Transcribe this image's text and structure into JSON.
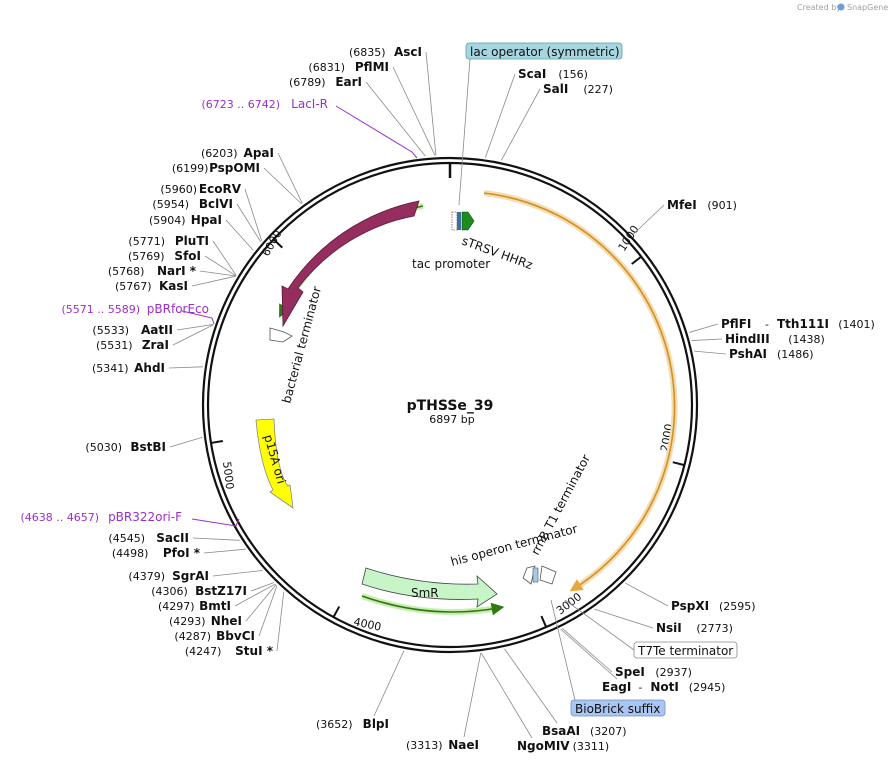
{
  "credit": {
    "prefix": "Created by",
    "brand": "SnapGene"
  },
  "plasmid": {
    "name": "pTHSSe_39",
    "length_label": "6897 bp",
    "total_bp": 6897
  },
  "ruler": [
    "1000",
    "2000",
    "3000",
    "4000",
    "5000",
    "6000"
  ],
  "sites_left": [
    {
      "name": "AscI",
      "pos": "(6835)"
    },
    {
      "name": "PflMI",
      "pos": "(6831)"
    },
    {
      "name": "EarI",
      "pos": "(6789)"
    },
    {
      "name": "ApaI",
      "pos": "(6203)"
    },
    {
      "name": "PspOMI",
      "pos": "(6199)"
    },
    {
      "name": "EcoRV",
      "pos": "(5960)"
    },
    {
      "name": "BclVI",
      "pos": "(5954)"
    },
    {
      "name": "HpaI",
      "pos": "(5904)"
    },
    {
      "name": "PluTI",
      "pos": "(5771)"
    },
    {
      "name": "SfoI",
      "pos": "(5769)"
    },
    {
      "name": "NarI *",
      "pos": "(5768)"
    },
    {
      "name": "KasI",
      "pos": "(5767)"
    },
    {
      "name": "AatII",
      "pos": "(5533)"
    },
    {
      "name": "ZraI",
      "pos": "(5531)"
    },
    {
      "name": "AhdI",
      "pos": "(5341)"
    },
    {
      "name": "BstBI",
      "pos": "(5030)"
    },
    {
      "name": "SacII",
      "pos": "(4545)"
    },
    {
      "name": "PfoI *",
      "pos": "(4498)"
    },
    {
      "name": "SgrAI",
      "pos": "(4379)"
    },
    {
      "name": "BstZ17I",
      "pos": "(4306)"
    },
    {
      "name": "BmtI",
      "pos": "(4297)"
    },
    {
      "name": "NheI",
      "pos": "(4293)"
    },
    {
      "name": "BbvCI",
      "pos": "(4287)"
    },
    {
      "name": "StuI *",
      "pos": "(4247)"
    },
    {
      "name": "BlpI",
      "pos": "(3652)"
    },
    {
      "name": "NaeI",
      "pos": "(3313)"
    }
  ],
  "sites_right": [
    {
      "name": "ScaI",
      "pos": "(156)"
    },
    {
      "name": "SalI",
      "pos": "(227)"
    },
    {
      "name": "MfeI",
      "pos": "(901)"
    },
    {
      "name": "PflFI",
      "name2": "Tth111I",
      "pos": "(1401)"
    },
    {
      "name": "HindIII",
      "pos": "(1438)"
    },
    {
      "name": "PshAI",
      "pos": "(1486)"
    },
    {
      "name": "PspXI",
      "pos": "(2595)"
    },
    {
      "name": "NsiI",
      "pos": "(2773)"
    },
    {
      "name": "SpeI",
      "pos": "(2937)"
    },
    {
      "name": "EagI",
      "name2": "NotI",
      "pos": "(2945)"
    },
    {
      "name": "BsaAI",
      "pos": "(3207)"
    },
    {
      "name": "NgoMIV",
      "pos": "(3311)"
    }
  ],
  "separator": "-",
  "primers": [
    {
      "range": "(6723 .. 6742)",
      "name": "LacI-R"
    },
    {
      "range": "(5571 .. 5589)",
      "name": "pBRforEco"
    },
    {
      "range": "(4638 .. 4657)",
      "name": "pBR322ori-F"
    }
  ],
  "boxed_features": {
    "lac_operator": "lac operator (symmetric)",
    "t7te": "T7Te terminator",
    "biobrick": "BioBrick suffix"
  },
  "features": {
    "laci": "lacI",
    "p15a": "p15A ori",
    "smr": "SmR",
    "tac": "tac promoter",
    "hhrz": "sTRSV HHRz",
    "bact_term": "bacterial terminator",
    "his_term": "his operon terminator",
    "rrnb_term": "rrnB T1 terminator"
  },
  "colors": {
    "laci": "#952d5f",
    "p15a": "#ffff00",
    "smr": "#c8f5c8",
    "orange_feature": "#e8a93a",
    "green_feature": "#6cc024",
    "primer": "#9a2fc8",
    "lac_operator_box": "#a6d7e0",
    "biobrick_box": "#a9c5f2",
    "t7te_box": "#ffffff"
  }
}
